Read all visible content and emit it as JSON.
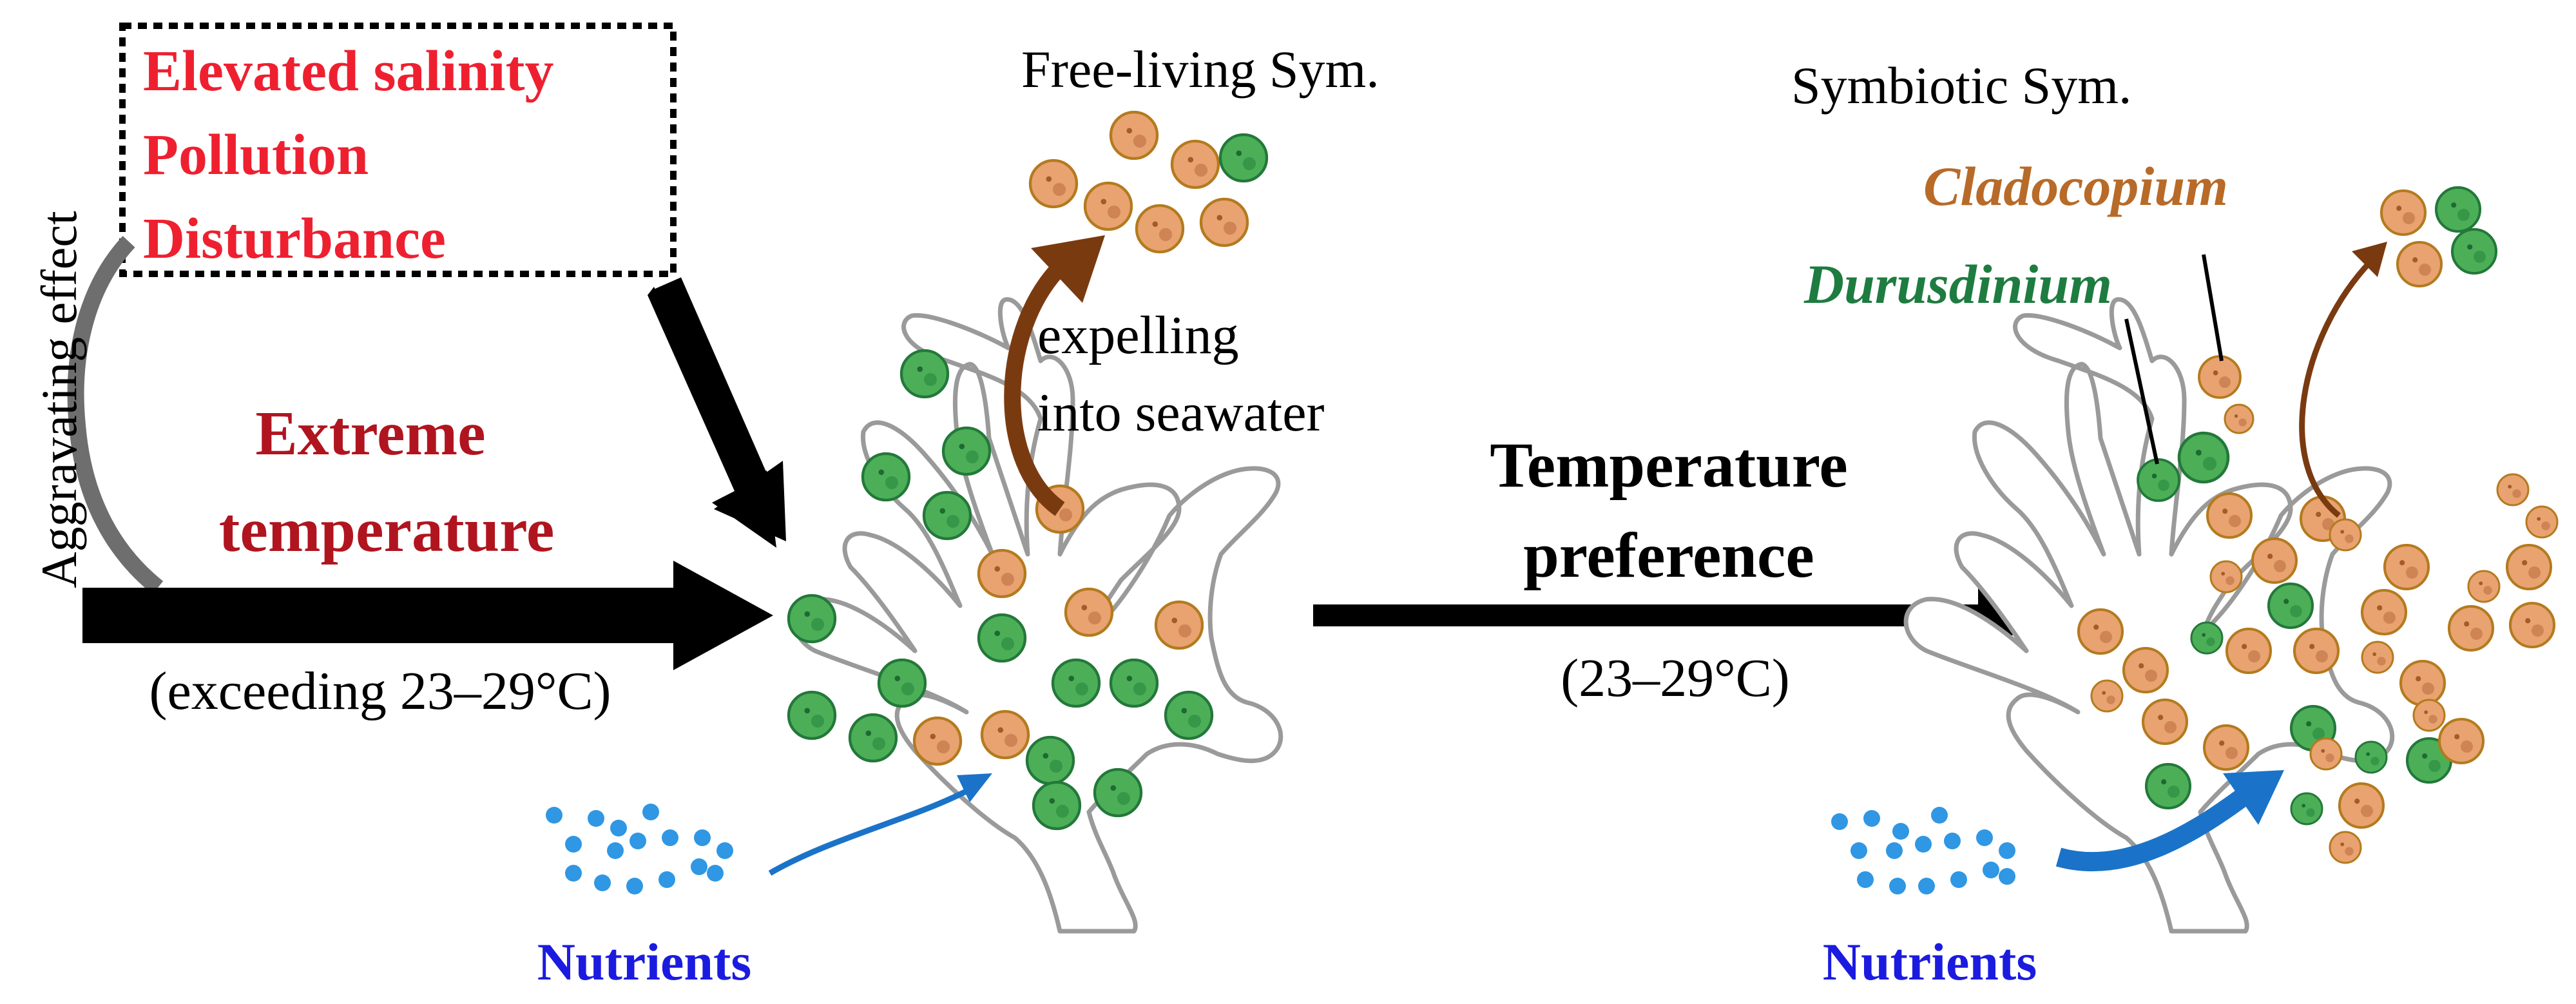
{
  "stressors": {
    "items": [
      "Elevated salinity",
      "Pollution",
      "Disturbance"
    ],
    "color": "#ee2030"
  },
  "aggravating_label": "Aggravating effect",
  "extreme_temperature": {
    "line1": "Extreme",
    "line2": "temperature",
    "range": "(exceeding 23–29°C)",
    "color": "#b0151f"
  },
  "free_living": {
    "title": "Free-living Sym."
  },
  "expelling": {
    "line1": "expelling",
    "line2": "into seawater"
  },
  "preference": {
    "line1": "Temperature",
    "line2": "preference",
    "range": "(23–29°C)"
  },
  "symbiotic": {
    "title": "Symbiotic Sym."
  },
  "genus_labels": {
    "cladocopium": "Cladocopium",
    "durusdinium": "Durusdinium",
    "cladocopium_color": "#b86a28",
    "durusdinium_color": "#1e7c40"
  },
  "nutrients_label": "Nutrients",
  "colors": {
    "orange_cell": "#e8a371",
    "orange_stroke": "#b47a1e",
    "green_cell": "#4caf58",
    "green_stroke": "#23783a",
    "nutrient_blue": "#2f97e4",
    "arrow_blue": "#1a73c8",
    "expel_arrow": "#7a3a10",
    "coral_outline": "#9a9a9a",
    "nutrients_text": "#1b1be0"
  }
}
